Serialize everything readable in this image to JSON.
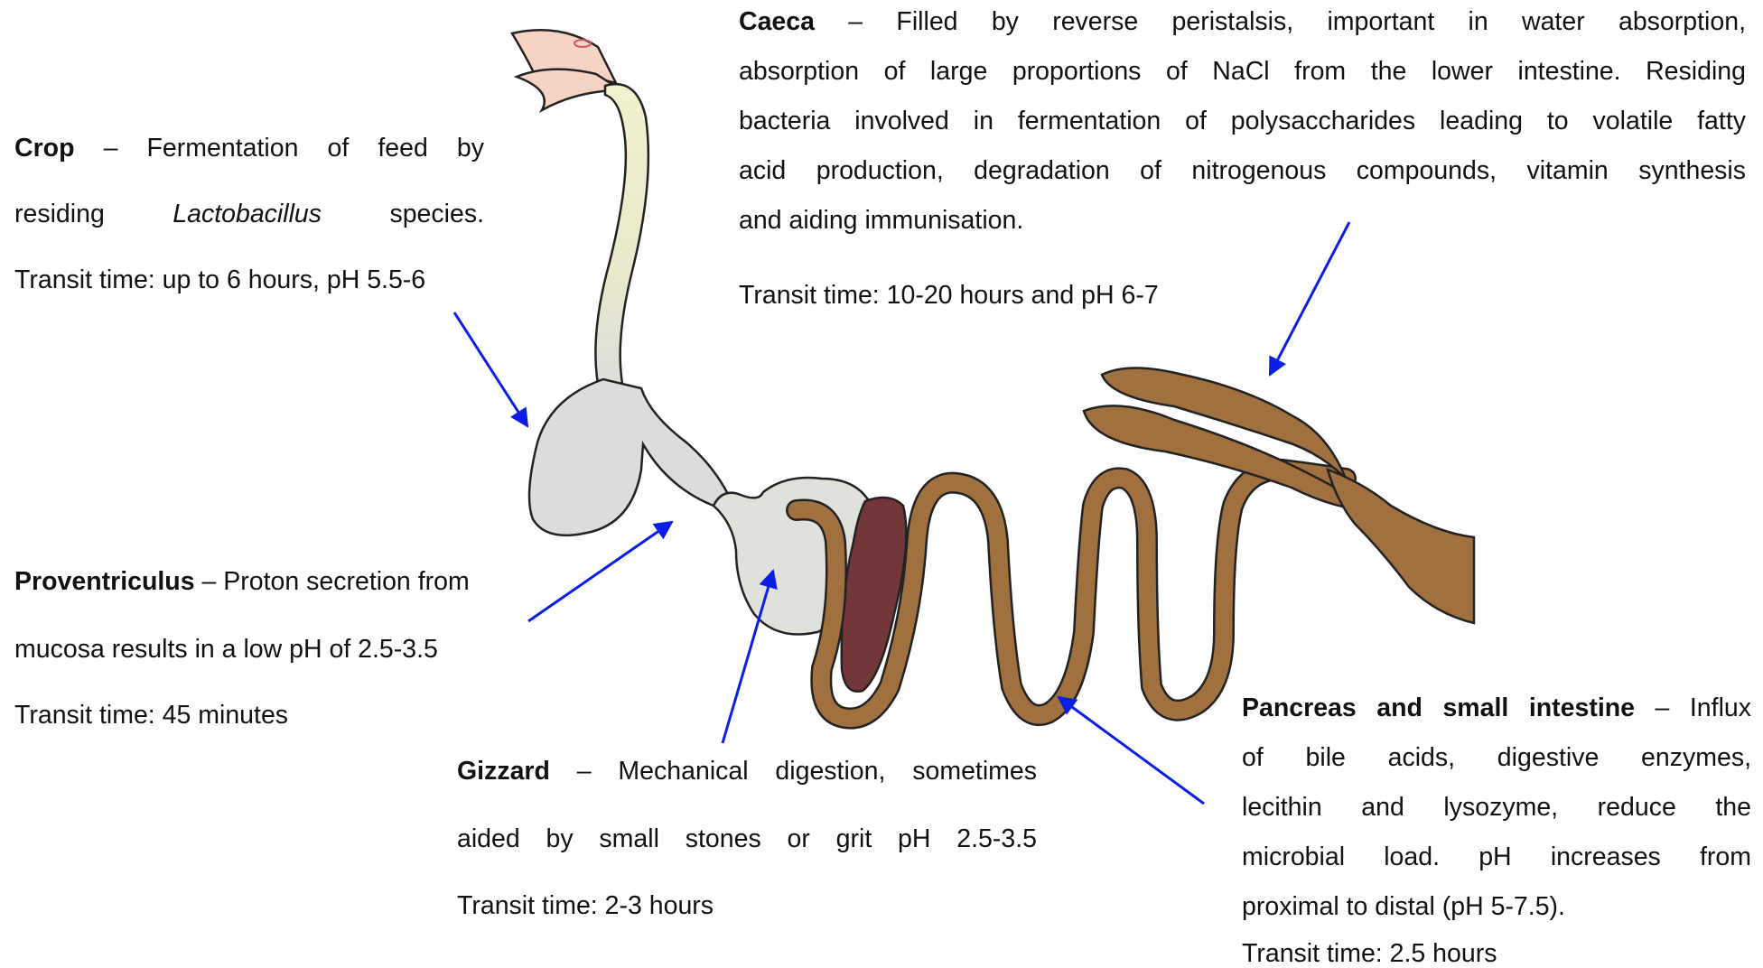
{
  "caeca": {
    "title": "Caeca",
    "lines": [
      "– Filled by reverse peristalsis, important in water absorption,",
      "absorption of large proportions of NaCl from the lower intestine. Residing",
      "bacteria involved in fermentation of polysaccharides leading to volatile fatty",
      "acid production, degradation of nitrogenous compounds, vitamin synthesis",
      "and aiding immunisation."
    ],
    "transit": "Transit time: 10-20 hours and pH 6-7"
  },
  "crop": {
    "title": "Crop",
    "line1": "– Fermentation of feed by",
    "line2_pre": "residing",
    "line2_italic": "Lactobacillus",
    "line2_post": "species.",
    "transit": "Transit time: up to 6 hours, pH 5.5-6"
  },
  "proventriculus": {
    "title": "Proventriculus",
    "line1": "– Proton secretion from",
    "line2": "mucosa results in a low pH of 2.5-3.5",
    "transit": "Transit time: 45 minutes"
  },
  "gizzard": {
    "title": "Gizzard",
    "line1": "– Mechanical digestion, sometimes",
    "line2": "aided by small stones or grit pH 2.5-3.5",
    "transit": "Transit time: 2-3 hours"
  },
  "pancreas": {
    "title": "Pancreas and small intestine",
    "line1": "– Influx",
    "lines": [
      "of bile acids, digestive enzymes,",
      "lecithin and lysozyme, reduce the",
      "microbial load. pH increases from",
      "proximal to distal (pH 5-7.5)."
    ],
    "transit": "Transit time: 2.5 hours"
  },
  "colors": {
    "arrow": "#0b1ee6",
    "intestine": "#a0703f",
    "pancreas": "#733639",
    "esophagus": "#ecebc4",
    "stomach": "#dedede",
    "beak": "#f7d3c4"
  }
}
